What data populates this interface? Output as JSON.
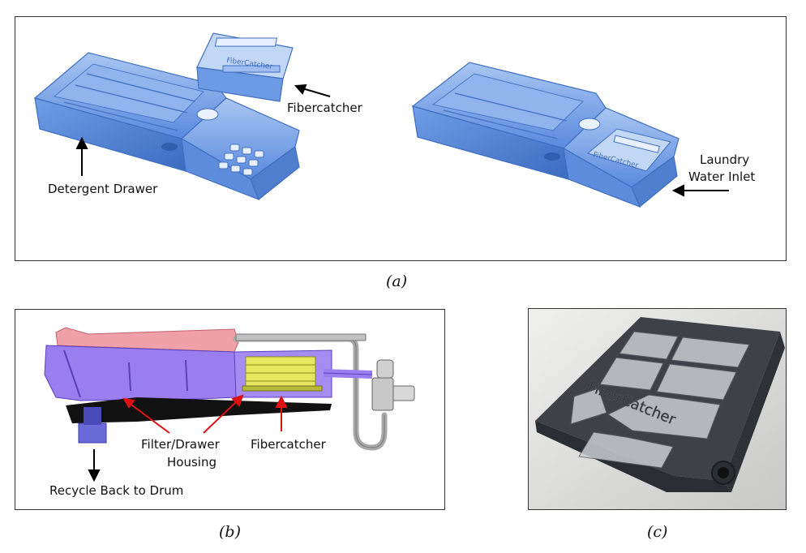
{
  "panel_a": {
    "caption": "(a)",
    "labels": {
      "fibercatcher": "Fibercatcher",
      "detergent_drawer": "Detergent Drawer",
      "laundry_line1": "Laundry",
      "laundry_line2": "Water Inlet"
    },
    "embossed_text": "FiberCatcher"
  },
  "panel_b": {
    "caption": "(b)",
    "labels": {
      "housing_line1": "Filter/Drawer",
      "housing_line2": "Housing",
      "fibercatcher": "Fibercatcher",
      "recycle": "Recycle Back to Drum"
    }
  },
  "panel_c": {
    "caption": "(c)",
    "embossed_text": "FiberCatcher"
  },
  "colors": {
    "drawer_blue": "#6d9be6",
    "drawer_edge": "#3f6fc2",
    "housing_purple": "#9a7ef0",
    "housing_pink": "#f0a0a8",
    "filter_yellow": "#e8e860",
    "arrow_red": "#dd1111",
    "pipe_gray": "#b8b8b8",
    "photo_dark": "#4a4e55"
  }
}
